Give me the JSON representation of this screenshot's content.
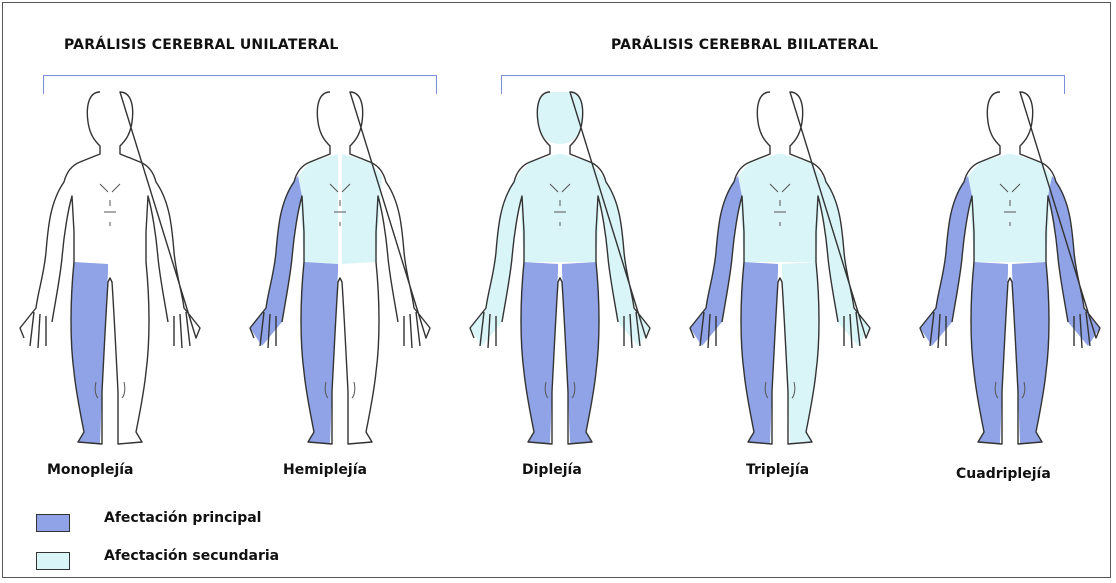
{
  "headings": {
    "unilateral": "PARÁLISIS CEREBRAL UNILATERAL",
    "bilateral": "PARÁLISIS CEREBRAL BIILATERAL"
  },
  "figures": [
    {
      "id": "monoplejia",
      "label": "Monoplejía",
      "primary": [
        "left_leg"
      ],
      "secondary": []
    },
    {
      "id": "hemiplejia",
      "label": "Hemiplejía",
      "primary": [
        "left_arm",
        "left_leg"
      ],
      "secondary": [
        "left_torso",
        "right_torso"
      ]
    },
    {
      "id": "diplejia",
      "label": "Diplejía",
      "primary": [
        "left_leg",
        "right_leg"
      ],
      "secondary": [
        "left_arm",
        "right_arm",
        "torso",
        "head"
      ]
    },
    {
      "id": "triplejia",
      "label": "Triplejía",
      "primary": [
        "left_arm",
        "left_leg"
      ],
      "secondary": [
        "right_leg",
        "right_arm",
        "torso"
      ]
    },
    {
      "id": "cuadriplejia",
      "label": "Cuadriplejía",
      "primary": [
        "left_arm",
        "right_arm",
        "left_leg",
        "right_leg"
      ],
      "secondary": [
        "torso"
      ]
    }
  ],
  "legend": {
    "primary_label": "Afectación principal",
    "secondary_label": "Afectación secundaria",
    "primary_color": "#8fa3e6",
    "secondary_color": "#d9f5f8"
  }
}
